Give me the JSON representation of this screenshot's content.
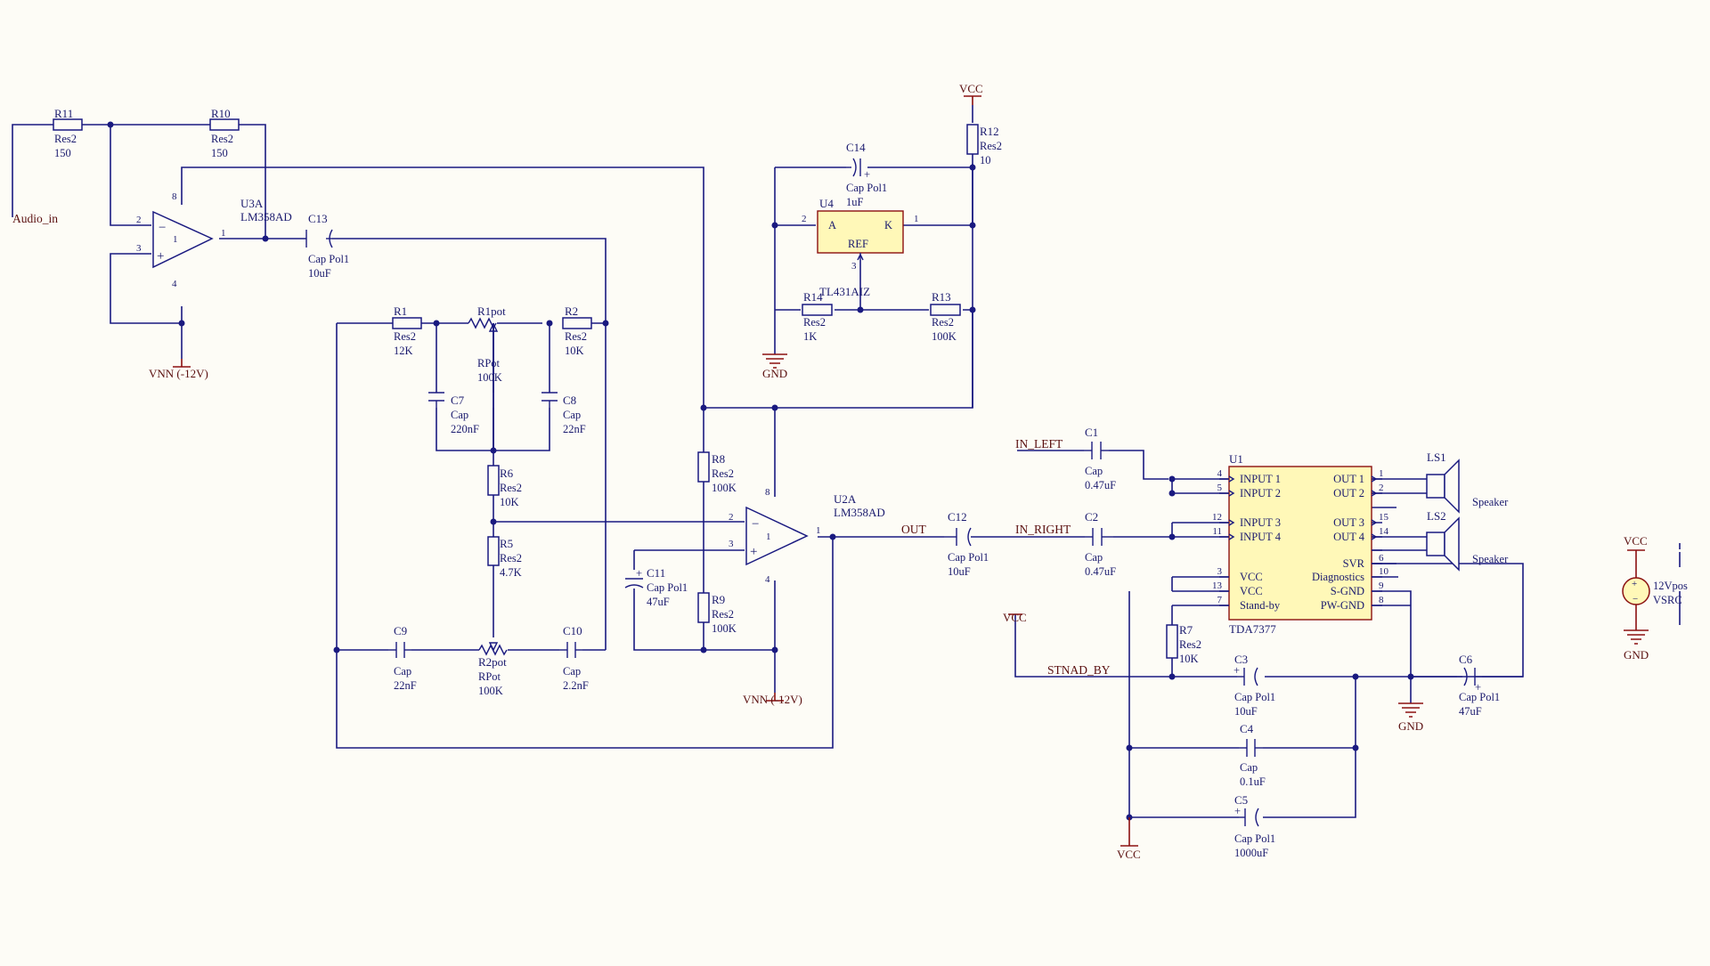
{
  "nets": {
    "audio_in": "Audio_in",
    "out": "OUT",
    "in_left": "IN_LEFT",
    "in_right": "IN_RIGHT",
    "stnad_by": "STNAD_BY"
  },
  "power": {
    "vnn1": "VNN (-12V)",
    "vnn2": "VNN (-12V)",
    "vcc_top": "VCC",
    "gnd_u4": "GND",
    "vcc_r7": "VCC",
    "gnd_u1": "GND",
    "vcc_bottom": "VCC",
    "vcc_vsrc": "VCC",
    "gnd_vsrc": "GND"
  },
  "parts": {
    "R11": {
      "des": "R11",
      "type": "Res2",
      "value": "150"
    },
    "R10": {
      "des": "R10",
      "type": "Res2",
      "value": "150"
    },
    "U3A": {
      "des": "U3A",
      "part": "LM358AD",
      "pins": {
        "inv": "2",
        "noninv": "3",
        "out": "1",
        "vp": "8",
        "vn": "4",
        "unit": "1"
      }
    },
    "C13": {
      "des": "C13",
      "type": "Cap Pol1",
      "value": "10uF"
    },
    "R1": {
      "des": "R1",
      "type": "Res2",
      "value": "12K"
    },
    "R1pot": {
      "des": "R1pot",
      "type": "RPot",
      "value": "100K"
    },
    "R2": {
      "des": "R2",
      "type": "Res2",
      "value": "10K"
    },
    "C7": {
      "des": "C7",
      "type": "Cap",
      "value": "220nF"
    },
    "C8": {
      "des": "C8",
      "type": "Cap",
      "value": "22nF"
    },
    "R6": {
      "des": "R6",
      "type": "Res2",
      "value": "10K"
    },
    "R5": {
      "des": "R5",
      "type": "Res2",
      "value": "4.7K"
    },
    "C9": {
      "des": "C9",
      "type": "Cap",
      "value": "22nF"
    },
    "R2pot": {
      "des": "R2pot",
      "type": "RPot",
      "value": "100K"
    },
    "C10": {
      "des": "C10",
      "type": "Cap",
      "value": "2.2nF"
    },
    "R8": {
      "des": "R8",
      "type": "Res2",
      "value": "100K"
    },
    "R9": {
      "des": "R9",
      "type": "Res2",
      "value": "100K"
    },
    "C11": {
      "des": "C11",
      "type": "Cap Pol1",
      "value": "47uF"
    },
    "U2A": {
      "des": "U2A",
      "part": "LM358AD",
      "pins": {
        "inv": "2",
        "noninv": "3",
        "out": "1",
        "vp": "8",
        "vn": "4",
        "unit": "1"
      }
    },
    "C12": {
      "des": "C12",
      "type": "Cap Pol1",
      "value": "10uF"
    },
    "C14": {
      "des": "C14",
      "type": "Cap Pol1",
      "value": "1uF"
    },
    "R12": {
      "des": "R12",
      "type": "Res2",
      "value": "10"
    },
    "U4": {
      "des": "U4",
      "part": "TL431AIZ",
      "pinA": "A",
      "pinK": "K",
      "pinREF": "REF",
      "pin2": "2",
      "pin1": "1",
      "pin3": "3"
    },
    "R14": {
      "des": "R14",
      "type": "Res2",
      "value": "1K"
    },
    "R13": {
      "des": "R13",
      "type": "Res2",
      "value": "100K"
    },
    "C1": {
      "des": "C1",
      "type": "Cap",
      "value": "0.47uF"
    },
    "C2": {
      "des": "C2",
      "type": "Cap",
      "value": "0.47uF"
    },
    "U1": {
      "des": "U1",
      "part": "TDA7377",
      "left_pins": [
        {
          "num": "4",
          "name": "INPUT 1"
        },
        {
          "num": "5",
          "name": "INPUT 2"
        },
        {
          "num": "12",
          "name": "INPUT 3"
        },
        {
          "num": "11",
          "name": "INPUT 4"
        },
        {
          "num": "3",
          "name": "VCC"
        },
        {
          "num": "13",
          "name": "VCC"
        },
        {
          "num": "7",
          "name": "Stand-by"
        }
      ],
      "right_pins": [
        {
          "num": "1",
          "name": "OUT 1"
        },
        {
          "num": "2",
          "name": "OUT 2"
        },
        {
          "num": "15",
          "name": "OUT 3"
        },
        {
          "num": "14",
          "name": "OUT 4"
        },
        {
          "num": "6",
          "name": "SVR"
        },
        {
          "num": "10",
          "name": "Diagnostics"
        },
        {
          "num": "9",
          "name": "S-GND"
        },
        {
          "num": "8",
          "name": "PW-GND"
        }
      ]
    },
    "LS1": {
      "des": "LS1",
      "type": "Speaker"
    },
    "LS2": {
      "des": "LS2",
      "type": "Speaker"
    },
    "R7": {
      "des": "R7",
      "type": "Res2",
      "value": "10K"
    },
    "C3": {
      "des": "C3",
      "type": "Cap Pol1",
      "value": "10uF"
    },
    "C4": {
      "des": "C4",
      "type": "Cap",
      "value": "0.1uF"
    },
    "C5": {
      "des": "C5",
      "type": "Cap Pol1",
      "value": "1000uF"
    },
    "C6": {
      "des": "C6",
      "type": "Cap Pol1",
      "value": "47uF"
    },
    "VSRC": {
      "des": "12Vpos",
      "type": "VSRC"
    }
  },
  "colors": {
    "wire": "#1a1a80",
    "power": "#8b1010",
    "ic_fill": "#fff8b8",
    "background": "#fdfcf6"
  }
}
